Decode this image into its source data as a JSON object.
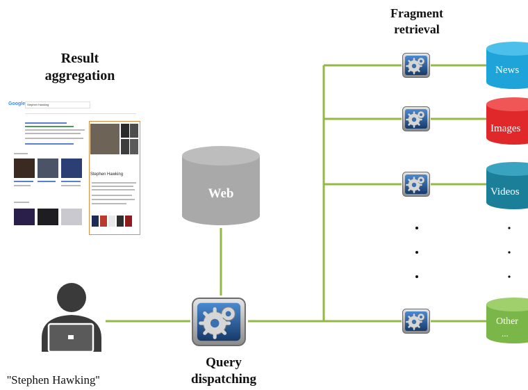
{
  "labels": {
    "fragment_retrieval": "Fragment retrieval",
    "result_aggregation": "Result aggregation",
    "query_dispatching": "Query dispatching",
    "user_query": "''Stephen Hawking''",
    "web": "Web"
  },
  "sources": [
    {
      "label": "News",
      "color": "#1ea4d8"
    },
    {
      "label": "Images",
      "color": "#e0282a"
    },
    {
      "label": "Videos",
      "color": "#1b7f9a"
    },
    {
      "label": "Other",
      "sub": "...",
      "color": "#7ab648"
    }
  ],
  "colors": {
    "connector": "#94b844",
    "web_db": "#a9a9a9",
    "gear_bg": "#1f4e86"
  },
  "screenshot": {
    "logo": "Google",
    "query": "Stephen Hawking",
    "panel_name": "Stephen Hawking"
  }
}
